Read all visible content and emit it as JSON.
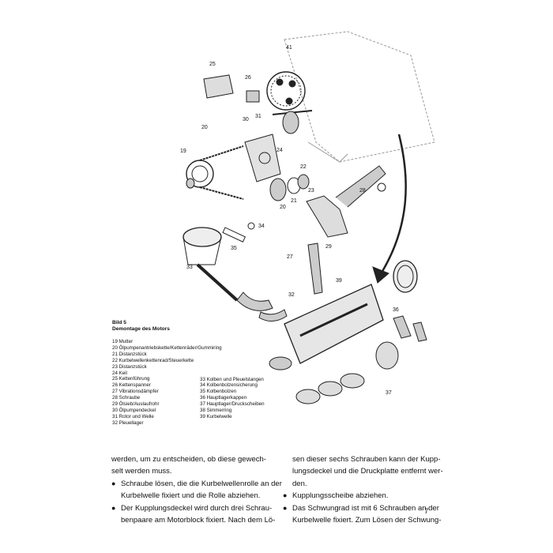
{
  "figure": {
    "caption": "Bild 5",
    "subcaption": "Demontage des Motors",
    "callouts": [
      "41",
      "25",
      "26",
      "31",
      "20",
      "30",
      "24",
      "19",
      "22",
      "21",
      "23",
      "28",
      "29",
      "27",
      "34",
      "35",
      "33",
      "39",
      "32",
      "36",
      "37"
    ]
  },
  "legend": {
    "col1": [
      "19 Mutter",
      "20 Ölpumpenantriebskette/Kettenräder/Gummiring",
      "21 Distanzstück",
      "22 Kurbelwellenkettenrad/Steuerkette",
      "23 Distanzstück",
      "24 Keil",
      "25 Kettenführung",
      "26 Kettenspanner",
      "27 Vibrationsdämpfer",
      "28 Schraube",
      "29 Ölsieb/Auslaufrohr",
      "30 Ölpumpendeckel",
      "31 Rotor und Welle",
      "32 Pleuellager"
    ],
    "col2": [
      "33 Kolben und Pleuelstangen",
      "34 Kolbenbolzensicherung",
      "35 Kolbenbolzen",
      "36 Hauptlagerkappen",
      "37 Hauptlager/Druckscheiben",
      "38 Simmerring",
      "39 Kurbelwelle"
    ]
  },
  "text": {
    "left": [
      {
        "t": "werden, um zu entscheiden, ob diese gewech-",
        "b": false
      },
      {
        "t": "selt werden muss.",
        "b": false
      },
      {
        "t": "Schraube lösen, die die Kurbelwellenrolle an der",
        "b": true
      },
      {
        "t": "Kurbelwelle fixiert und die Rolle abziehen.",
        "b": false,
        "indent": true
      },
      {
        "t": "Der Kupplungsdeckel wird durch drei Schrau-",
        "b": true
      },
      {
        "t": "benpaare am Motorblock fixiert. Nach dem Lö-",
        "b": false,
        "indent": true
      }
    ],
    "right": [
      {
        "t": "sen dieser sechs Schrauben kann der Kupp-",
        "b": false,
        "indent": true
      },
      {
        "t": "lungsdeckel und die Druckplatte entfernt wer-",
        "b": false,
        "indent": true
      },
      {
        "t": "den.",
        "b": false,
        "indent": true
      },
      {
        "t": "Kupplungsscheibe abziehen.",
        "b": true
      },
      {
        "t": "Das Schwungrad ist mit 6 Schrauben an der",
        "b": true
      },
      {
        "t": "Kurbelwelle fixiert. Zum Lösen der Schwung-",
        "b": false,
        "indent": true
      }
    ]
  },
  "page_number": "7"
}
